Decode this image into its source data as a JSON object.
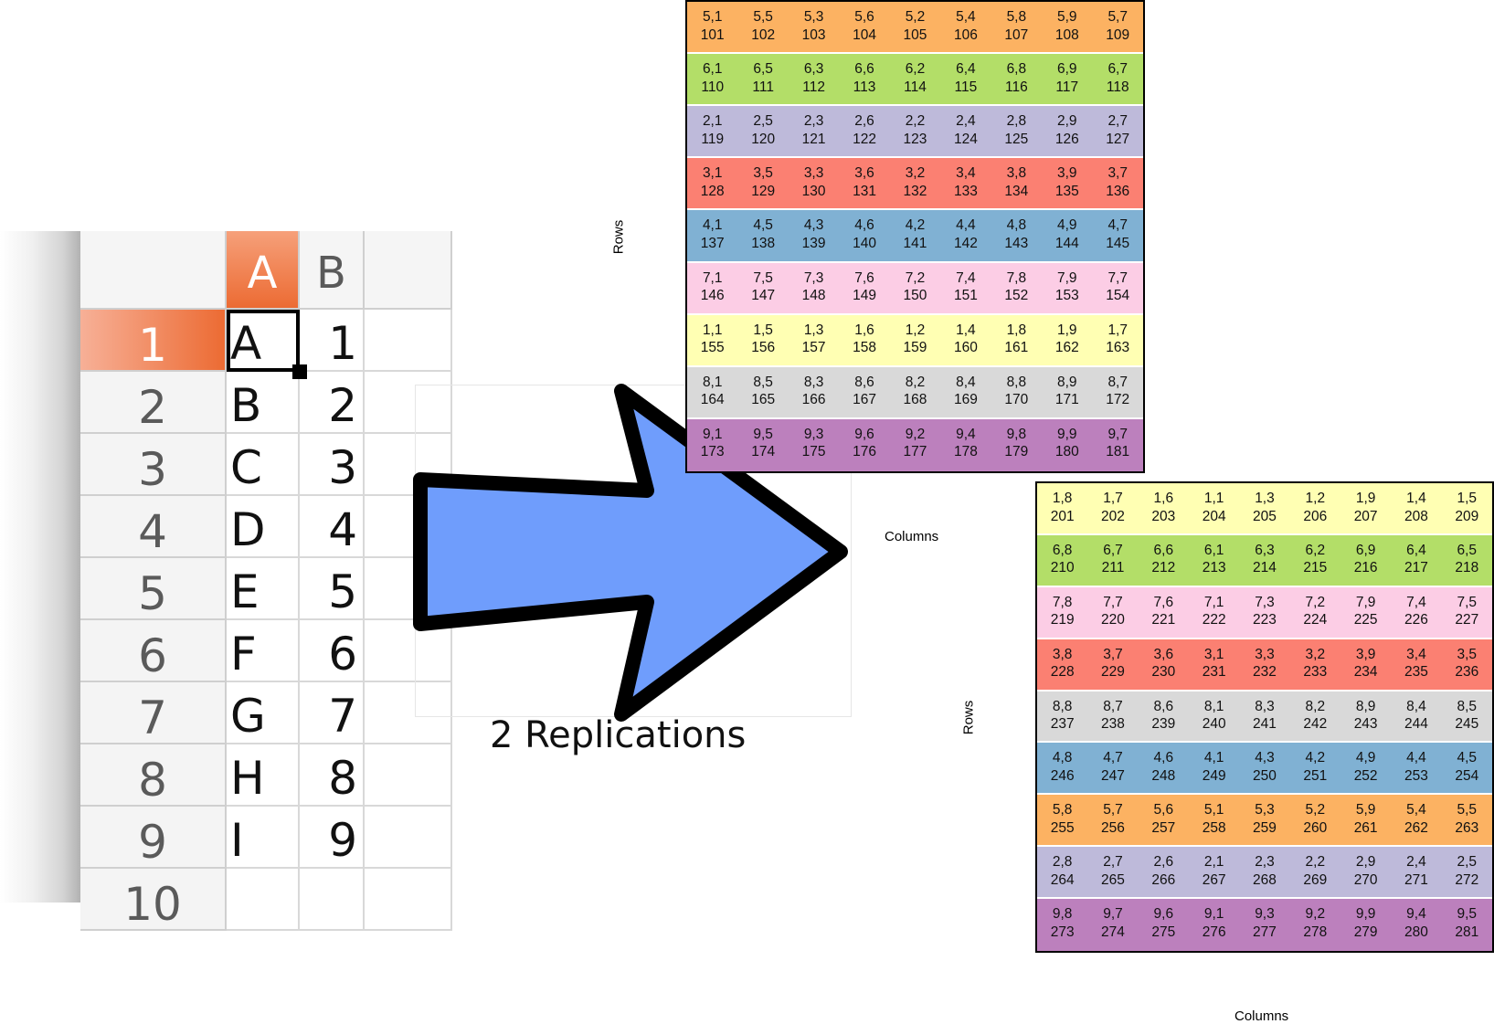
{
  "spreadsheet": {
    "columns": [
      "A",
      "B"
    ],
    "rows": [
      {
        "num": "1",
        "a": "A",
        "b": "1"
      },
      {
        "num": "2",
        "a": "B",
        "b": "2"
      },
      {
        "num": "3",
        "a": "C",
        "b": "3"
      },
      {
        "num": "4",
        "a": "D",
        "b": "4"
      },
      {
        "num": "5",
        "a": "E",
        "b": "5"
      },
      {
        "num": "6",
        "a": "F",
        "b": "6"
      },
      {
        "num": "7",
        "a": "G",
        "b": "7"
      },
      {
        "num": "8",
        "a": "H",
        "b": "8"
      },
      {
        "num": "9",
        "a": "I",
        "b": "9"
      },
      {
        "num": "10",
        "a": "",
        "b": ""
      }
    ],
    "accent_color": "#ec6b33"
  },
  "arrow": {
    "fill_color": "#6f9dfc",
    "stroke_color": "#000000",
    "caption": "2 Replications"
  },
  "grids": [
    {
      "row_axis_label": "Rows",
      "column_axis_label": "Columns",
      "rows": [
        {
          "color": "#fcb262",
          "labels": [
            "5,1",
            "5,5",
            "5,3",
            "5,6",
            "5,2",
            "5,4",
            "5,8",
            "5,9",
            "5,7"
          ],
          "ids": [
            "101",
            "102",
            "103",
            "104",
            "105",
            "106",
            "107",
            "108",
            "109"
          ]
        },
        {
          "color": "#b3de68",
          "labels": [
            "6,1",
            "6,5",
            "6,3",
            "6,6",
            "6,2",
            "6,4",
            "6,8",
            "6,9",
            "6,7"
          ],
          "ids": [
            "110",
            "111",
            "112",
            "113",
            "114",
            "115",
            "116",
            "117",
            "118"
          ]
        },
        {
          "color": "#bebada",
          "labels": [
            "2,1",
            "2,5",
            "2,3",
            "2,6",
            "2,2",
            "2,4",
            "2,8",
            "2,9",
            "2,7"
          ],
          "ids": [
            "119",
            "120",
            "121",
            "122",
            "123",
            "124",
            "125",
            "126",
            "127"
          ]
        },
        {
          "color": "#fb8072",
          "labels": [
            "3,1",
            "3,5",
            "3,3",
            "3,6",
            "3,2",
            "3,4",
            "3,8",
            "3,9",
            "3,7"
          ],
          "ids": [
            "128",
            "129",
            "130",
            "131",
            "132",
            "133",
            "134",
            "135",
            "136"
          ]
        },
        {
          "color": "#80b1d3",
          "labels": [
            "4,1",
            "4,5",
            "4,3",
            "4,6",
            "4,2",
            "4,4",
            "4,8",
            "4,9",
            "4,7"
          ],
          "ids": [
            "137",
            "138",
            "139",
            "140",
            "141",
            "142",
            "143",
            "144",
            "145"
          ]
        },
        {
          "color": "#fccde5",
          "labels": [
            "7,1",
            "7,5",
            "7,3",
            "7,6",
            "7,2",
            "7,4",
            "7,8",
            "7,9",
            "7,7"
          ],
          "ids": [
            "146",
            "147",
            "148",
            "149",
            "150",
            "151",
            "152",
            "153",
            "154"
          ]
        },
        {
          "color": "#ffffb3",
          "labels": [
            "1,1",
            "1,5",
            "1,3",
            "1,6",
            "1,2",
            "1,4",
            "1,8",
            "1,9",
            "1,7"
          ],
          "ids": [
            "155",
            "156",
            "157",
            "158",
            "159",
            "160",
            "161",
            "162",
            "163"
          ]
        },
        {
          "color": "#d9d9d9",
          "labels": [
            "8,1",
            "8,5",
            "8,3",
            "8,6",
            "8,2",
            "8,4",
            "8,8",
            "8,9",
            "8,7"
          ],
          "ids": [
            "164",
            "165",
            "166",
            "167",
            "168",
            "169",
            "170",
            "171",
            "172"
          ]
        },
        {
          "color": "#bc80bd",
          "labels": [
            "9,1",
            "9,5",
            "9,3",
            "9,6",
            "9,2",
            "9,4",
            "9,8",
            "9,9",
            "9,7"
          ],
          "ids": [
            "173",
            "174",
            "175",
            "176",
            "177",
            "178",
            "179",
            "180",
            "181"
          ]
        }
      ]
    },
    {
      "row_axis_label": "Rows",
      "column_axis_label": "Columns",
      "rows": [
        {
          "color": "#ffffb3",
          "labels": [
            "1,8",
            "1,7",
            "1,6",
            "1,1",
            "1,3",
            "1,2",
            "1,9",
            "1,4",
            "1,5"
          ],
          "ids": [
            "201",
            "202",
            "203",
            "204",
            "205",
            "206",
            "207",
            "208",
            "209"
          ]
        },
        {
          "color": "#b3de68",
          "labels": [
            "6,8",
            "6,7",
            "6,6",
            "6,1",
            "6,3",
            "6,2",
            "6,9",
            "6,4",
            "6,5"
          ],
          "ids": [
            "210",
            "211",
            "212",
            "213",
            "214",
            "215",
            "216",
            "217",
            "218"
          ]
        },
        {
          "color": "#fccde5",
          "labels": [
            "7,8",
            "7,7",
            "7,6",
            "7,1",
            "7,3",
            "7,2",
            "7,9",
            "7,4",
            "7,5"
          ],
          "ids": [
            "219",
            "220",
            "221",
            "222",
            "223",
            "224",
            "225",
            "226",
            "227"
          ]
        },
        {
          "color": "#fb8072",
          "labels": [
            "3,8",
            "3,7",
            "3,6",
            "3,1",
            "3,3",
            "3,2",
            "3,9",
            "3,4",
            "3,5"
          ],
          "ids": [
            "228",
            "229",
            "230",
            "231",
            "232",
            "233",
            "234",
            "235",
            "236"
          ]
        },
        {
          "color": "#d9d9d9",
          "labels": [
            "8,8",
            "8,7",
            "8,6",
            "8,1",
            "8,3",
            "8,2",
            "8,9",
            "8,4",
            "8,5"
          ],
          "ids": [
            "237",
            "238",
            "239",
            "240",
            "241",
            "242",
            "243",
            "244",
            "245"
          ]
        },
        {
          "color": "#80b1d3",
          "labels": [
            "4,8",
            "4,7",
            "4,6",
            "4,1",
            "4,3",
            "4,2",
            "4,9",
            "4,4",
            "4,5"
          ],
          "ids": [
            "246",
            "247",
            "248",
            "249",
            "250",
            "251",
            "252",
            "253",
            "254"
          ]
        },
        {
          "color": "#fcb262",
          "labels": [
            "5,8",
            "5,7",
            "5,6",
            "5,1",
            "5,3",
            "5,2",
            "5,9",
            "5,4",
            "5,5"
          ],
          "ids": [
            "255",
            "256",
            "257",
            "258",
            "259",
            "260",
            "261",
            "262",
            "263"
          ]
        },
        {
          "color": "#bebada",
          "labels": [
            "2,8",
            "2,7",
            "2,6",
            "2,1",
            "2,3",
            "2,2",
            "2,9",
            "2,4",
            "2,5"
          ],
          "ids": [
            "264",
            "265",
            "266",
            "267",
            "268",
            "269",
            "270",
            "271",
            "272"
          ]
        },
        {
          "color": "#bc80bd",
          "labels": [
            "9,8",
            "9,7",
            "9,6",
            "9,1",
            "9,3",
            "9,2",
            "9,9",
            "9,4",
            "9,5"
          ],
          "ids": [
            "273",
            "274",
            "275",
            "276",
            "277",
            "278",
            "279",
            "280",
            "281"
          ]
        }
      ]
    }
  ]
}
